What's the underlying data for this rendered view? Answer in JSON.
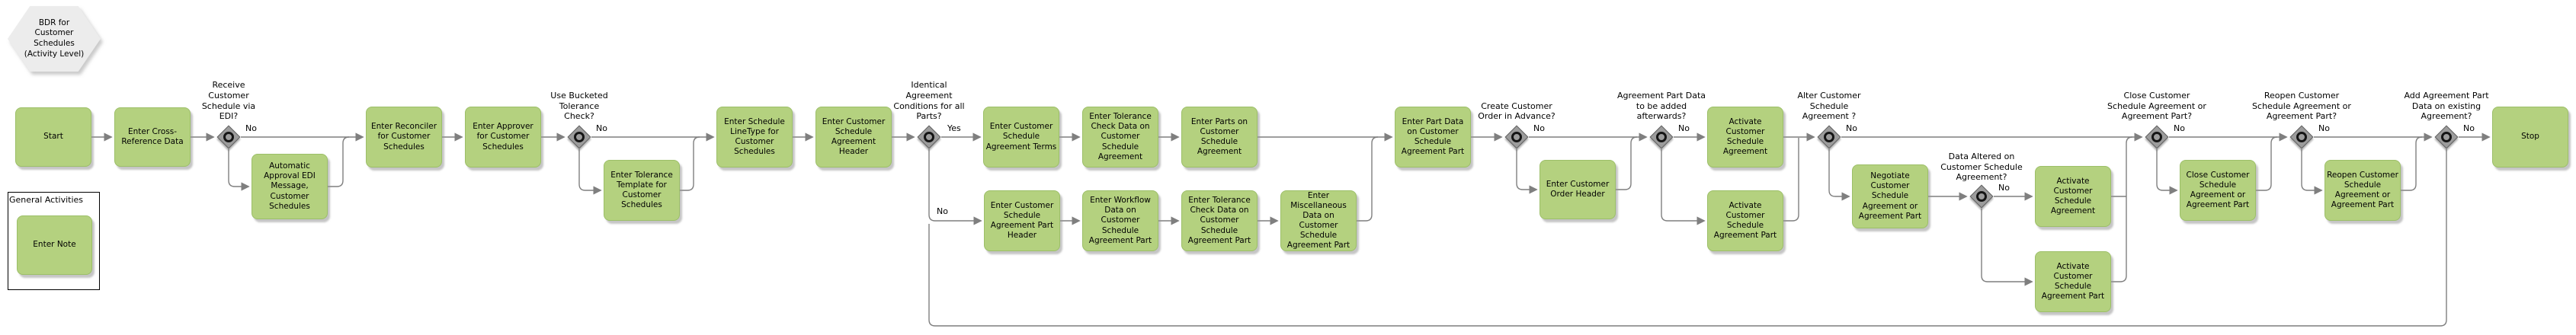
{
  "title": "BDR for Customer Schedules (Activity Level)",
  "general_activities": {
    "label": "General Activities",
    "note": "Enter Note"
  },
  "nodes": {
    "start": "Start",
    "enter_cross_reference": "Enter Cross-Reference Data",
    "auto_approval_edi": "Automatic Approval EDI Message, Customer Schedules",
    "enter_reconciler": "Enter Reconciler for Customer Schedules",
    "enter_approver": "Enter Approver for Customer Schedules",
    "tolerance_template": "Enter Tolerance Template for Customer Schedules",
    "schedule_linetype": "Enter Schedule LineType for Customer Schedules",
    "csa_header": "Enter Customer Schedule Agreement Header",
    "csa_terms": "Enter Customer Schedule Agreement Terms",
    "tolerance_check_csa": "Enter Tolerance Check Data on Customer Schedule Agreement",
    "parts_on_csa": "Enter Parts on Customer Schedule Agreement",
    "csa_part_header": "Enter Customer Schedule Agreement Part Header",
    "workflow_data_part": "Enter Workflow Data on Customer Schedule Agreement Part",
    "tolerance_check_part": "Enter Tolerance Check Data on Customer Schedule Agreement Part",
    "misc_data_part": "Enter Miscellaneous Data on Customer Schedule Agreement Part",
    "part_data_on_part": "Enter Part Data on Customer Schedule Agreement Part",
    "customer_order_header": "Enter Customer Order Header",
    "activate_csa": "Activate Customer Schedule Agreement",
    "activate_csa_part": "Activate Customer Schedule Agreement Part",
    "negotiate": "Negotiate Customer Schedule Agreement or Agreement Part",
    "activate_csa_2": "Activate Customer Schedule Agreement",
    "activate_csa_part_2": "Activate Customer Schedule Agreement Part",
    "close_csa": "Close Customer Schedule Agreement or Agreement Part",
    "reopen_csa": "Reopen Customer Schedule Agreement or Agreement Part",
    "stop": "Stop"
  },
  "decisions": {
    "receive_edi": {
      "label": "Receive Customer Schedule via EDI?",
      "no": "No"
    },
    "use_bucketed": {
      "label": "Use Bucketed Tolerance Check?",
      "no": "No"
    },
    "identical_conditions": {
      "label": "Identical Agreement Conditions for all Parts?",
      "yes": "Yes",
      "no": "No"
    },
    "create_order": {
      "label": "Create Customer Order in Advance?",
      "no": "No"
    },
    "part_data_afterwards": {
      "label": "Agreement Part Data to be added afterwards?",
      "no": "No"
    },
    "alter_agreement": {
      "label": "Alter Customer Schedule Agreement ?",
      "no": "No"
    },
    "data_altered": {
      "label": "Data Altered on Customer Schedule Agreement?",
      "no": "No"
    },
    "close_agreement": {
      "label": "Close Customer Schedule Agreement or Agreement Part?",
      "no": "No"
    },
    "reopen_agreement": {
      "label": "Reopen Customer Schedule Agreement or Agreement Part?",
      "no": "No"
    },
    "add_part_data": {
      "label": "Add Agreement Part Data on existing Agreement?",
      "no": "No"
    }
  },
  "colors": {
    "activity_fill": "#b4d17f",
    "activity_border": "#9cbf68",
    "connector": "#7f7f7f",
    "gateway_fill": "#9c9c9c",
    "hexagon_fill": "#ececec",
    "background": "#ffffff"
  }
}
